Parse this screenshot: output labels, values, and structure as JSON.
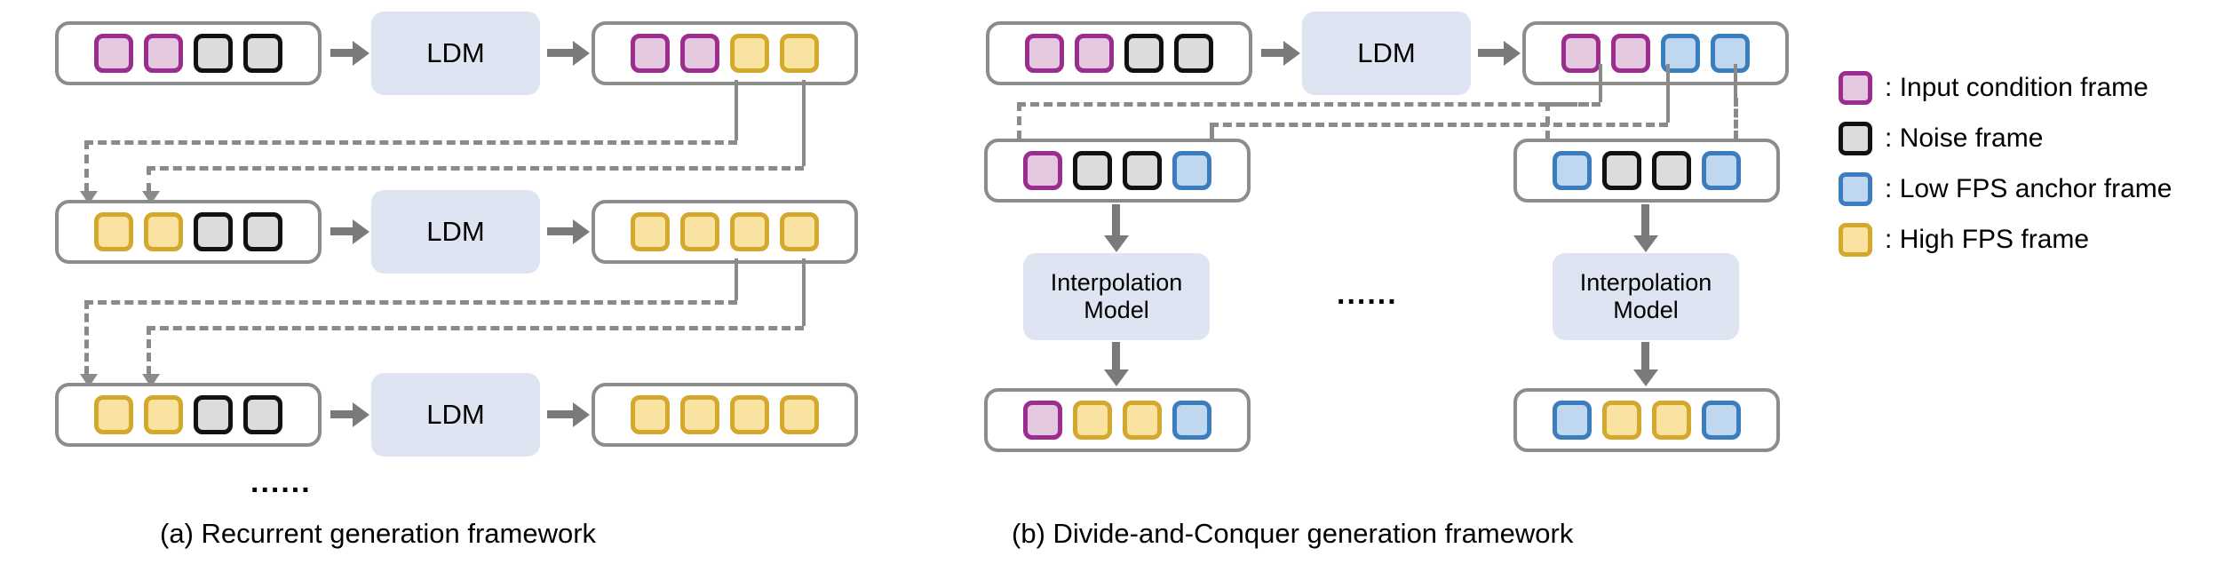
{
  "figure": {
    "panels": [
      {
        "id": "a",
        "caption": "(a) Recurrent generation framework",
        "ellipsis": "......",
        "model_label": "LDM",
        "rows": [
          {
            "input_frames": [
              "cond",
              "cond",
              "noise",
              "noise"
            ],
            "model": "LDM",
            "output_frames": [
              "cond",
              "cond",
              "high",
              "high"
            ]
          },
          {
            "input_frames": [
              "high",
              "high",
              "noise",
              "noise"
            ],
            "model": "LDM",
            "output_frames": [
              "high",
              "high",
              "high",
              "high"
            ]
          },
          {
            "input_frames": [
              "high",
              "high",
              "noise",
              "noise"
            ],
            "model": "LDM",
            "output_frames": [
              "high",
              "high",
              "high",
              "high"
            ]
          }
        ]
      },
      {
        "id": "b",
        "caption": "(b) Divide-and-Conquer generation framework",
        "ellipsis": "......",
        "model_label": "LDM",
        "interpolation_label_line1": "Interpolation",
        "interpolation_label_line2": "Model",
        "stage1": {
          "input_frames": [
            "cond",
            "cond",
            "noise",
            "noise"
          ],
          "model": "LDM",
          "output_frames": [
            "cond",
            "cond",
            "anchor",
            "anchor"
          ]
        },
        "stage2_branches": [
          {
            "input_frames": [
              "cond",
              "noise",
              "noise",
              "anchor"
            ],
            "model_line1": "Interpolation",
            "model_line2": "Model",
            "output_frames": [
              "cond",
              "high",
              "high",
              "anchor"
            ]
          },
          {
            "input_frames": [
              "anchor",
              "noise",
              "noise",
              "anchor"
            ],
            "model_line1": "Interpolation",
            "model_line2": "Model",
            "output_frames": [
              "anchor",
              "high",
              "high",
              "anchor"
            ]
          }
        ]
      }
    ],
    "legend": {
      "items": [
        {
          "swatch": "cond",
          "separator": ":",
          "label": "Input condition frame"
        },
        {
          "swatch": "noise",
          "separator": ":",
          "label": "Noise frame"
        },
        {
          "swatch": "anchor",
          "separator": ":",
          "label": "Low FPS anchor frame"
        },
        {
          "swatch": "high",
          "separator": ":",
          "label": "High FPS frame"
        }
      ]
    },
    "colors": {
      "cond_border": "#9b2d8f",
      "cond_fill": "#e4c8e0",
      "noise_border": "#111111",
      "noise_fill": "#dcdcdc",
      "anchor_border": "#3c7ebd",
      "anchor_fill": "#bfd8ef",
      "high_border": "#d4a82c",
      "high_fill": "#fae3a0",
      "model_fill": "#dfe4f2",
      "strip_border": "#8c8c8c",
      "arrow": "#7a7a7a"
    }
  }
}
